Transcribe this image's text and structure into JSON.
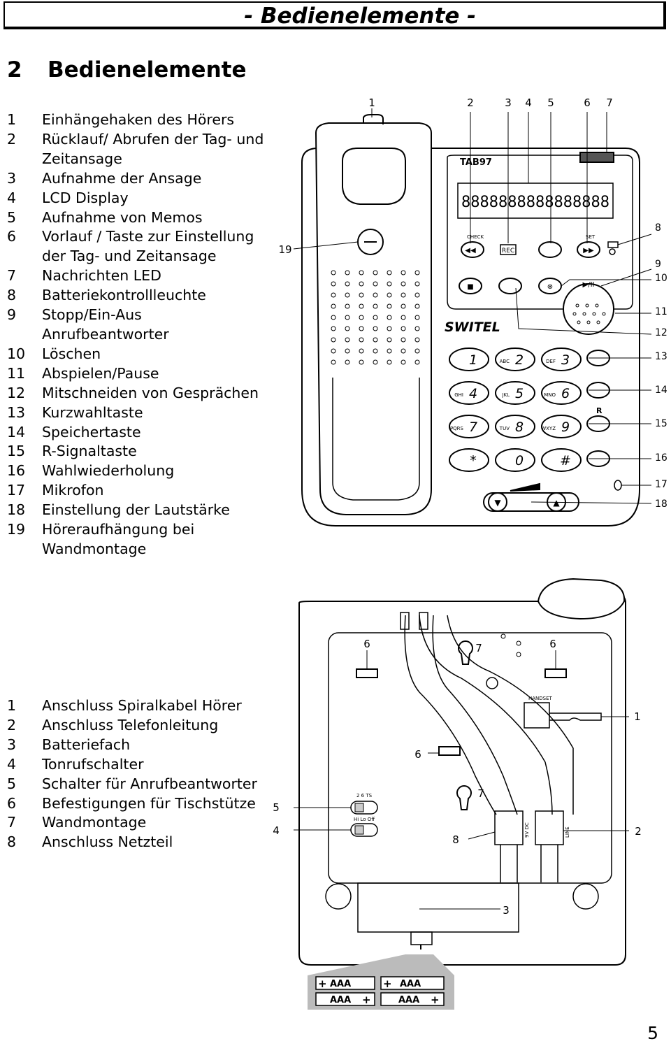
{
  "header": {
    "title": "- Bedienelemente -"
  },
  "section": {
    "number": "2",
    "title": "Bedienelemente"
  },
  "list1": [
    {
      "n": "1",
      "t": "Einhängehaken des Hörers"
    },
    {
      "n": "2",
      "t": "Rücklauf/ Abrufen der Tag- und Zeitansage"
    },
    {
      "n": "3",
      "t": "Aufnahme der Ansage"
    },
    {
      "n": "4",
      "t": "LCD Display"
    },
    {
      "n": "5",
      "t": "Aufnahme von Memos"
    },
    {
      "n": "6",
      "t": "Vorlauf / Taste zur Einstellung der Tag- und Zeitansage"
    },
    {
      "n": "7",
      "t": "Nachrichten LED"
    },
    {
      "n": "8",
      "t": "Batteriekontrollleuchte"
    },
    {
      "n": "9",
      "t": "Stopp/Ein-Aus Anrufbeantworter"
    },
    {
      "n": "10",
      "t": "Löschen"
    },
    {
      "n": "11",
      "t": "Abspielen/Pause"
    },
    {
      "n": "12",
      "t": "Mitschneiden von Gesprächen"
    },
    {
      "n": "13",
      "t": "Kurzwahltaste"
    },
    {
      "n": "14",
      "t": "Speichertaste"
    },
    {
      "n": "15",
      "t": "R-Signaltaste"
    },
    {
      "n": "16",
      "t": "Wahlwiederholung"
    },
    {
      "n": "17",
      "t": "Mikrofon"
    },
    {
      "n": "18",
      "t": "Einstellung der Lautstärke"
    },
    {
      "n": "19",
      "t": "Höreraufhängung bei Wandmontage"
    }
  ],
  "list2": [
    {
      "n": "1",
      "t": "Anschluss Spiralkabel Hörer"
    },
    {
      "n": "2",
      "t": "Anschluss Telefonleitung"
    },
    {
      "n": "3",
      "t": "Batteriefach"
    },
    {
      "n": "4",
      "t": "Tonrufschalter"
    },
    {
      "n": "5",
      "t": "Schalter für Anrufbeantworter"
    },
    {
      "n": "6",
      "t": "Befestigungen für Tischstütze"
    },
    {
      "n": "7",
      "t": "Wandmontage"
    },
    {
      "n": "8",
      "t": "Anschluss Netzteil"
    }
  ],
  "front": {
    "model": "TAB97",
    "brand": "SWITEL",
    "lcd": "8888888888888888",
    "check": "CHECK",
    "set": "SET",
    "rec": "REC",
    "callouts_top": [
      "1",
      "2",
      "3",
      "4",
      "5",
      "6",
      "7"
    ],
    "callouts_right": [
      "8",
      "9",
      "10",
      "11",
      "12",
      "13",
      "14",
      "15",
      "16",
      "17",
      "18"
    ],
    "callout_left": "19",
    "r_label": "R",
    "keys": [
      {
        "d": "1",
        "l": ""
      },
      {
        "d": "2",
        "l": "ABC"
      },
      {
        "d": "3",
        "l": "DEF"
      },
      {
        "d": "4",
        "l": "GHI"
      },
      {
        "d": "5",
        "l": "JKL"
      },
      {
        "d": "6",
        "l": "MNO"
      },
      {
        "d": "7",
        "l": "PQRS"
      },
      {
        "d": "8",
        "l": "TUV"
      },
      {
        "d": "9",
        "l": "WXYZ"
      },
      {
        "d": "*",
        "l": ""
      },
      {
        "d": "0",
        "l": ""
      },
      {
        "d": "#",
        "l": ""
      }
    ]
  },
  "back": {
    "callouts": {
      "a": "6",
      "b": "7",
      "c": "6",
      "d": "1",
      "e": "6",
      "f": "7",
      "g": "5",
      "h": "4",
      "i": "8",
      "j": "2",
      "k": "3"
    },
    "handset": "HANDSET",
    "dc": "9V DC",
    "line": "LINE",
    "switch1": "2  6  TS",
    "switch2": "Hi Lo Off",
    "batteries": [
      "AAA",
      "AAA",
      "AAA",
      "AAA"
    ]
  },
  "page": "5"
}
